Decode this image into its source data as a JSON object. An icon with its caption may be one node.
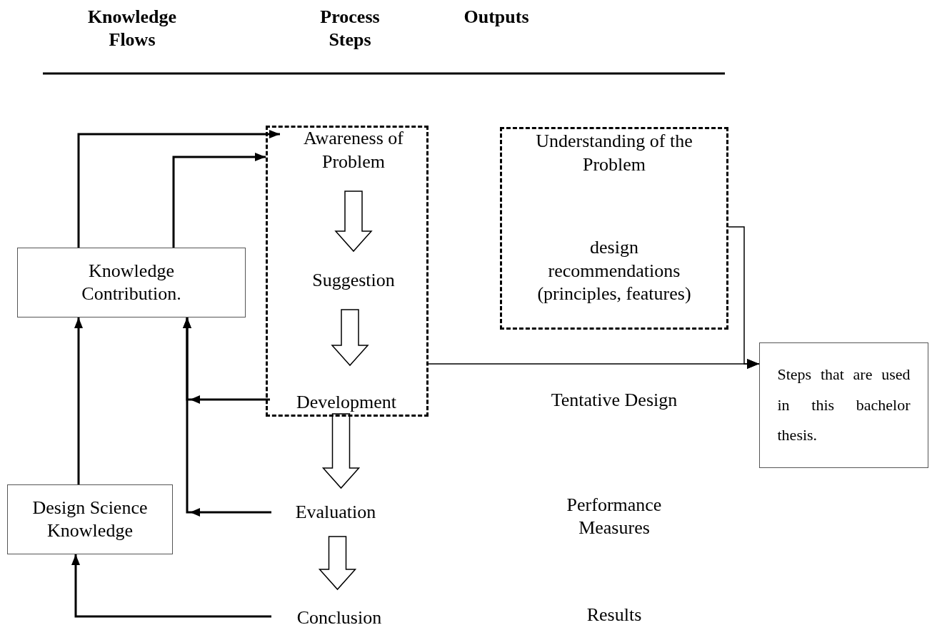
{
  "diagram": {
    "nodes": [
      {
        "text": [],
        "shape": "box"
      },
      {
        "text": [
          "Awareness of Problem"
        ],
        "in": 0
      },
      {
        "text": [
          "Suggestion"
        ],
        "in": 0
      },
      {
        "text": [
          "Development"
        ],
        "in": 0
      },
      {
        "text": [
          "Evaluation"
        ]
      },
      {
        "text": [
          "Conclusion"
        ]
      },
      {
        "text": [],
        "shape": "box"
      },
      {
        "text": [
          "Understanding of the Problem"
        ],
        "in": 6
      },
      {
        "text": [
          "design recommendations (principles, features)"
        ],
        "in": 6
      },
      {
        "text": [
          "Knowledge Contribution."
        ]
      },
      {
        "text": [
          "Design Science Knowledge"
        ]
      },
      {
        "text": [
          "Steps that are used in this bachelor thesis."
        ]
      }
    ],
    "edges": [
      {
        "from": 9,
        "to": 1,
        "arrow": "to"
      },
      {
        "from": 9,
        "to": 0,
        "arrow": "to"
      },
      {
        "from": 3,
        "to": 9,
        "arrow": "to"
      },
      {
        "from": 4,
        "to": 9,
        "arrow": "to"
      },
      {
        "from": 10,
        "to": 9,
        "arrow": "to"
      },
      {
        "from": 5,
        "to": 10,
        "arrow": "to"
      },
      {
        "from": 1,
        "to": 2,
        "arrow": "to",
        "style": "thick"
      },
      {
        "from": 2,
        "to": 3,
        "arrow": "to",
        "style": "thick"
      },
      {
        "from": 3,
        "to": 4,
        "arrow": "to",
        "style": "thick"
      },
      {
        "from": 4,
        "to": 5,
        "arrow": "to",
        "style": "thick"
      },
      {
        "from": 0,
        "to": 11,
        "arrow": "to"
      },
      {
        "from": 6,
        "to": 11,
        "arrow": "to"
      }
    ],
    "labels": [
      "Knowledge Flows",
      "Process Steps",
      "Outputs",
      "Tentative Design",
      "Performance Measures",
      "Results"
    ]
  }
}
